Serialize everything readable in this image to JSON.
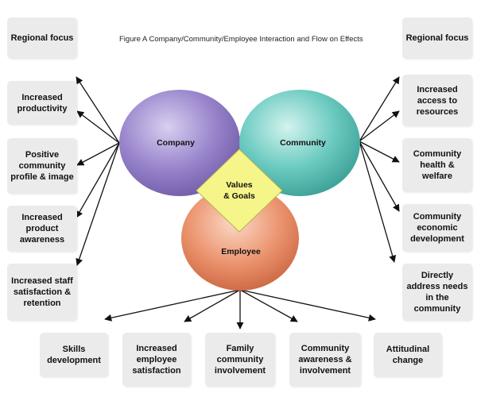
{
  "figure_title": "Figure A   Company/Community/Employee Interaction and Flow on Effects",
  "circles": {
    "company": "Company",
    "community": "Community",
    "employee": "Employee",
    "center": "Values & Goals",
    "center_line1": "Values",
    "center_line2": "& Goals"
  },
  "colors": {
    "company": "#8f79c1",
    "community": "#5ec2b8",
    "employee": "#e78a63",
    "center": "#f6f58a",
    "box_bg": "#ebebeb"
  },
  "left_boxes": [
    {
      "text": "Regional focus"
    },
    {
      "text": "Increased productivity"
    },
    {
      "text": "Positive community profile & image"
    },
    {
      "text": "Increased product awareness"
    },
    {
      "text": "Increased staff satisfaction & retention"
    }
  ],
  "right_boxes": [
    {
      "text": "Regional focus"
    },
    {
      "text": "Increased access to resources"
    },
    {
      "text": "Community health & welfare"
    },
    {
      "text": "Community economic development"
    },
    {
      "text": "Directly address needs in the community"
    }
  ],
  "bottom_boxes": [
    {
      "text": "Skills development"
    },
    {
      "text": "Increased employee satisfaction"
    },
    {
      "text": "Family community involvement"
    },
    {
      "text": "Community awareness & involvement"
    },
    {
      "text": "Attitudinal change"
    }
  ]
}
